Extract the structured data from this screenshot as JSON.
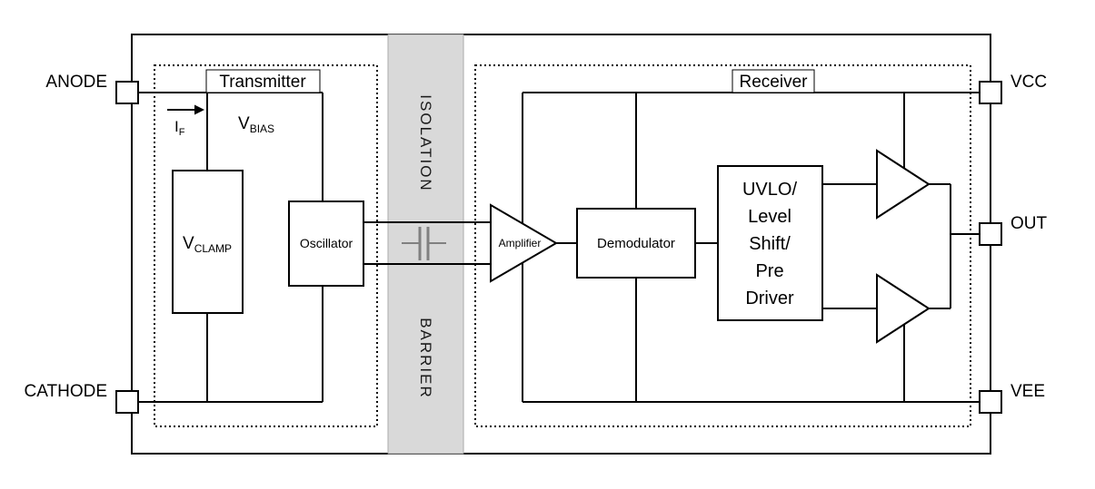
{
  "colors": {
    "barrier_fill": "#d9d9d9",
    "barrier_stroke": "#aaaaaa",
    "line": "#000000",
    "capacitor": "#808080"
  },
  "pins": {
    "anode": "ANODE",
    "cathode": "CATHODE",
    "vcc": "VCC",
    "out": "OUT",
    "vee": "VEE"
  },
  "transmitter": {
    "title": "Transmitter",
    "current_main": "I",
    "current_sub": "F",
    "vbias_main": "V",
    "vbias_sub": "BIAS",
    "vclamp_main": "V",
    "vclamp_sub": "CLAMP",
    "oscillator_label": "Oscillator"
  },
  "isolation": {
    "word_top": "ISOLATION",
    "word_bottom": "BARRIER"
  },
  "receiver": {
    "title": "Receiver",
    "amplifier_label": "Amplifier",
    "demodulator_label": "Demodulator",
    "uvlo_lines": [
      "UVLO/",
      "Level",
      "Shift/",
      "Pre",
      "Driver"
    ]
  }
}
